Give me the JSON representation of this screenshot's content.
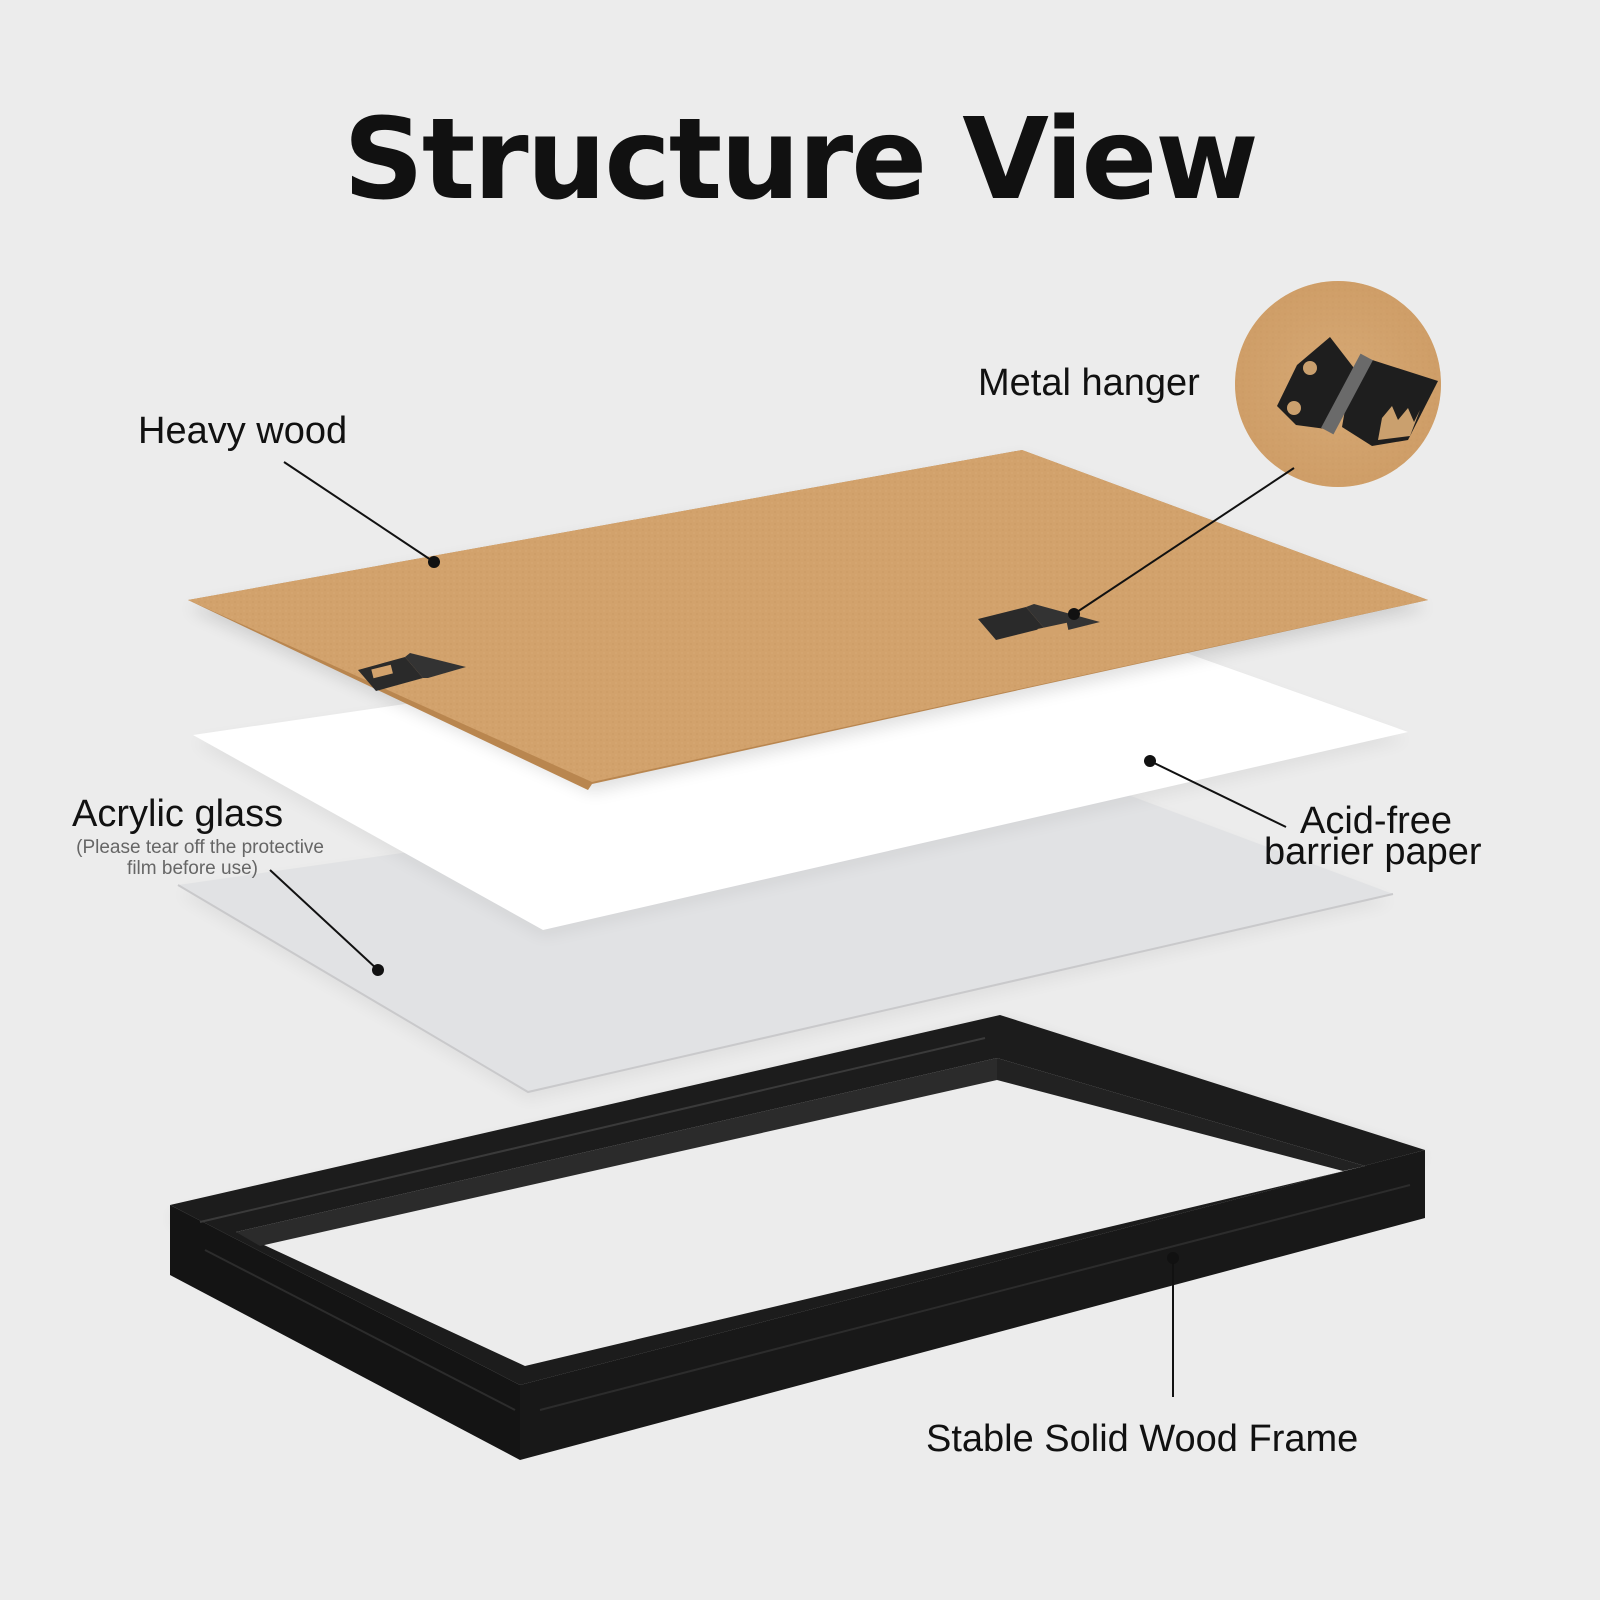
{
  "title": "Structure View",
  "labels": {
    "heavy_wood": "Heavy wood",
    "metal_hanger": "Metal hanger",
    "acrylic_glass": "Acrylic glass",
    "acrylic_note_line1": "(Please tear off the protective",
    "acrylic_note_line2": "film before use)",
    "acid_free_line1": "Acid-free",
    "acid_free_line2": "barrier paper",
    "frame": "Stable Solid Wood Frame"
  },
  "colors": {
    "background": "#ececec",
    "backing_board": "#d2a26c",
    "barrier_paper": "#ffffff",
    "acrylic": "#e2e3e5",
    "frame": "#1c1c1c",
    "hanger": "#2a2a2a"
  }
}
